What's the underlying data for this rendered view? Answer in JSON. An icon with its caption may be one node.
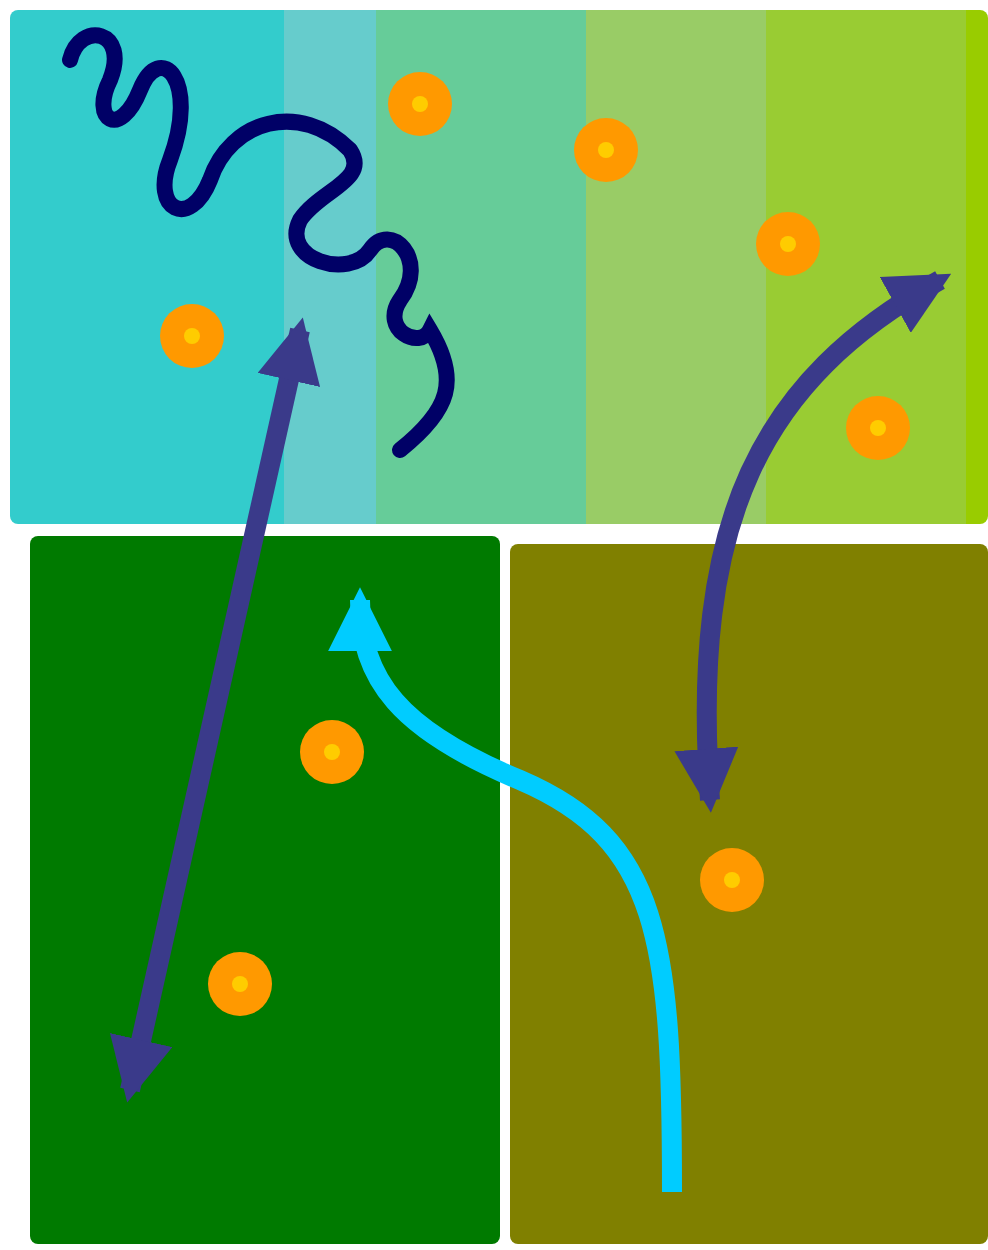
{
  "diagram": {
    "nodes": [
      {
        "text": [],
        "shape": "box"
      },
      {
        "text": [],
        "shape": "box"
      },
      {
        "text": [],
        "shape": "box"
      }
    ],
    "edges": [
      {
        "from": 0,
        "to": 1,
        "arrow": "both"
      },
      {
        "from": 0,
        "to": 2,
        "arrow": "both"
      },
      {
        "from": 2,
        "to": 1,
        "arrow": "to",
        "color": "#00ccff"
      }
    ]
  }
}
